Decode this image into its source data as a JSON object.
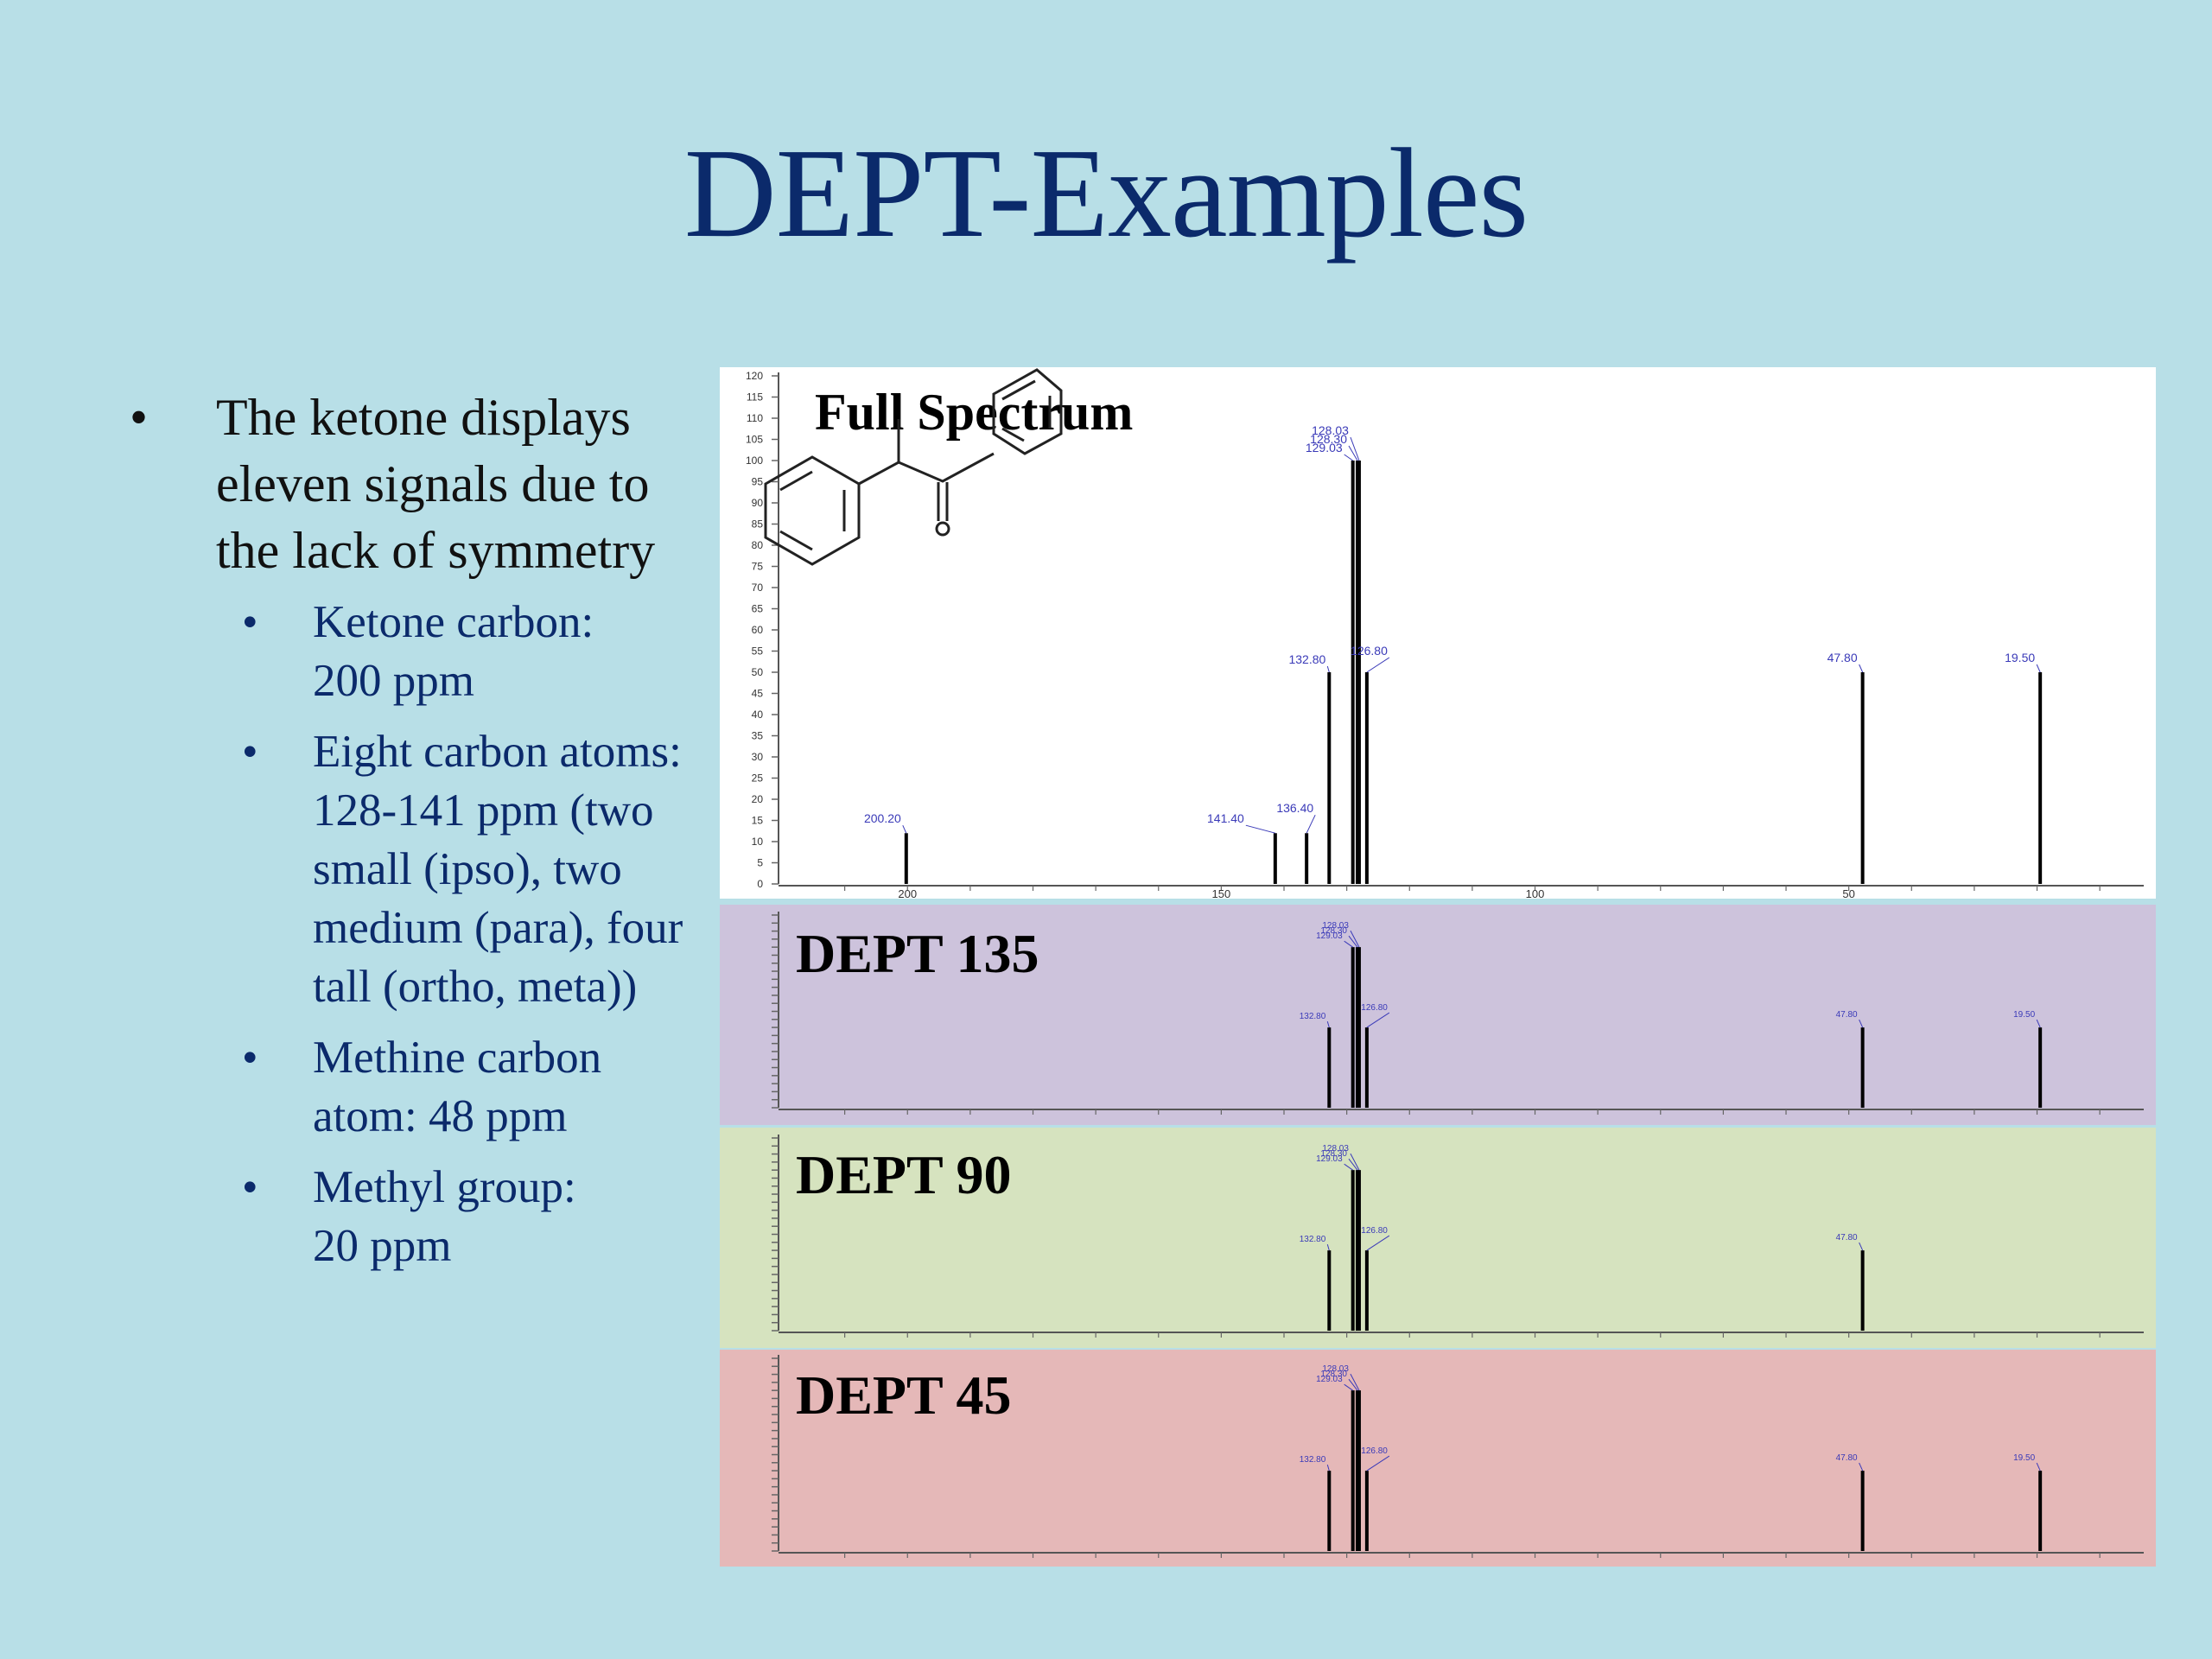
{
  "slide": {
    "title": "DEPT-Examples",
    "bullet_main": [
      "The ketone displays",
      "eleven signals due to",
      "the lack of symmetry"
    ],
    "sub_bullets": [
      {
        "lines": [
          "Ketone carbon:",
          "200 ppm"
        ]
      },
      {
        "lines": [
          "Eight carbon atoms:",
          "128-141 ppm (two",
          "small (ipso), two",
          "medium (para), four",
          "tall (ortho, meta))"
        ]
      },
      {
        "lines": [
          "Methine carbon",
          "atom: 48 ppm"
        ]
      },
      {
        "lines": [
          "Methyl group:",
          "20 ppm"
        ]
      }
    ]
  },
  "colors": {
    "background": "#b8dfe7",
    "title": "#0b2a6b",
    "full_panel": "#ffffff",
    "dept135_panel": "#cdc3dc",
    "dept90_panel": "#d6e3bf",
    "dept45_panel": "#e5b8b8",
    "peak_label": "#3a3ab8"
  },
  "chart_data": [
    {
      "type": "bar",
      "title": "Full Spectrum",
      "xlim": [
        220,
        3
      ],
      "x_ticks": [
        "200",
        "150",
        "100",
        "50"
      ],
      "x_tick_values": [
        200,
        150,
        100,
        50
      ],
      "ylim": [
        0,
        120
      ],
      "y_ticks": [
        "0",
        "5",
        "10",
        "15",
        "20",
        "25",
        "30",
        "35",
        "40",
        "45",
        "50",
        "55",
        "60",
        "65",
        "70",
        "75",
        "80",
        "85",
        "90",
        "95",
        "100",
        "105",
        "110",
        "115",
        "120"
      ],
      "y_tick_values": [
        0,
        5,
        10,
        15,
        20,
        25,
        30,
        35,
        40,
        45,
        50,
        55,
        60,
        65,
        70,
        75,
        80,
        85,
        90,
        95,
        100,
        105,
        110,
        115,
        120
      ],
      "peaks": [
        {
          "x": 200.2,
          "y": 12,
          "label": "200.20"
        },
        {
          "x": 141.4,
          "y": 12,
          "label": "141.40"
        },
        {
          "x": 136.4,
          "y": 12,
          "label": "136.40"
        },
        {
          "x": 132.8,
          "y": 50,
          "label": "132.80"
        },
        {
          "x": 129.03,
          "y": 100,
          "label": "129.03"
        },
        {
          "x": 128.3,
          "y": 100,
          "label": "128.30"
        },
        {
          "x": 128.03,
          "y": 100,
          "label": "128.03"
        },
        {
          "x": 126.8,
          "y": 50,
          "label": "126.80"
        },
        {
          "x": 47.8,
          "y": 50,
          "label": "47.80"
        },
        {
          "x": 19.5,
          "y": 50,
          "label": "19.50"
        }
      ]
    },
    {
      "type": "bar",
      "title": "DEPT 135",
      "xlim": [
        220,
        3
      ],
      "ylim": [
        0,
        120
      ],
      "peaks": [
        {
          "x": 132.8,
          "y": 50,
          "label": "132.80"
        },
        {
          "x": 129.03,
          "y": 100,
          "label": "129.03"
        },
        {
          "x": 128.3,
          "y": 100,
          "label": "128.30"
        },
        {
          "x": 128.03,
          "y": 100,
          "label": "128.03"
        },
        {
          "x": 126.8,
          "y": 50,
          "label": "126.80"
        },
        {
          "x": 47.8,
          "y": 50,
          "label": "47.80"
        },
        {
          "x": 19.5,
          "y": 50,
          "label": "19.50"
        }
      ]
    },
    {
      "type": "bar",
      "title": "DEPT 90",
      "xlim": [
        220,
        3
      ],
      "ylim": [
        0,
        120
      ],
      "peaks": [
        {
          "x": 132.8,
          "y": 50,
          "label": "132.80"
        },
        {
          "x": 129.03,
          "y": 100,
          "label": "129.03"
        },
        {
          "x": 128.3,
          "y": 100,
          "label": "128.30"
        },
        {
          "x": 128.03,
          "y": 100,
          "label": "128.03"
        },
        {
          "x": 126.8,
          "y": 50,
          "label": "126.80"
        },
        {
          "x": 47.8,
          "y": 50,
          "label": "47.80"
        }
      ]
    },
    {
      "type": "bar",
      "title": "DEPT 45",
      "xlim": [
        220,
        3
      ],
      "ylim": [
        0,
        120
      ],
      "peaks": [
        {
          "x": 132.8,
          "y": 50,
          "label": "132.80"
        },
        {
          "x": 129.03,
          "y": 100,
          "label": "129.03"
        },
        {
          "x": 128.3,
          "y": 100,
          "label": "128.30"
        },
        {
          "x": 128.03,
          "y": 100,
          "label": "128.03"
        },
        {
          "x": 126.8,
          "y": 50,
          "label": "126.80"
        },
        {
          "x": 47.8,
          "y": 50,
          "label": "47.80"
        },
        {
          "x": 19.5,
          "y": 50,
          "label": "19.50"
        }
      ]
    }
  ]
}
